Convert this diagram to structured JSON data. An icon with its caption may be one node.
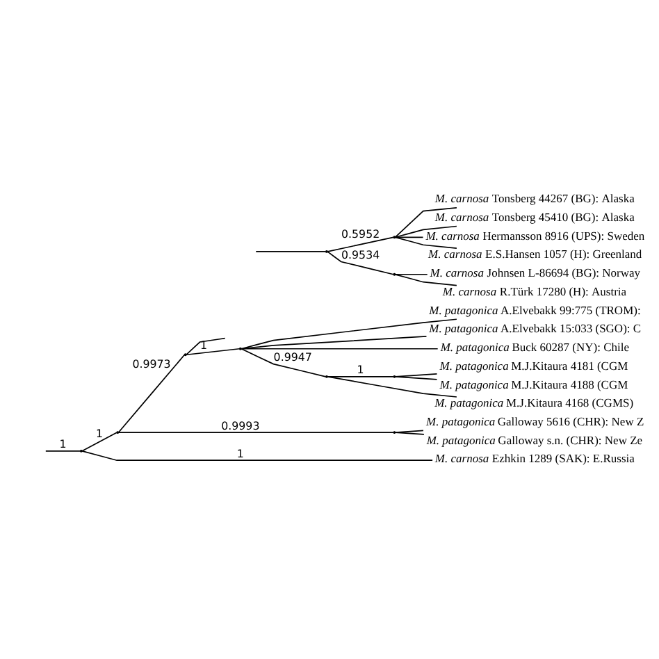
{
  "diagram": {
    "nodes": [
      {
        "text": [],
        "shape": "point"
      },
      {
        "text": [],
        "shape": "point"
      },
      {
        "text": [],
        "shape": "point"
      },
      {
        "text": [],
        "shape": "point"
      },
      {
        "text": [
          "*M. patagonica* A.Elvebakk 99:775 (TROM):"
        ]
      },
      {
        "text": [
          "*M. patagonica* A.Elvebakk 15:033 (SGO): C"
        ]
      },
      {
        "text": [
          "*M. patagonica* Buck 60287 (NY): Chile"
        ]
      },
      {
        "text": [],
        "shape": "point"
      },
      {
        "text": [],
        "shape": "point"
      },
      {
        "text": [
          "*M. patagonica* M.J.Kitaura 4181 (CGM"
        ]
      },
      {
        "text": [
          "*M. patagonica* M.J.Kitaura 4188 (CGM"
        ]
      },
      {
        "text": [
          "*M. patagonica* M.J.Kitaura 4168 (CGMS)"
        ]
      },
      {
        "text": [],
        "shape": "point"
      },
      {
        "text": [
          "*M. patagonica* Galloway 5616 (CHR): New Z"
        ]
      },
      {
        "text": [
          "*M. patagonica* Galloway s.n. (CHR): New Ze"
        ]
      },
      {
        "text": [],
        "shape": "point"
      },
      {
        "text": [],
        "shape": "point"
      },
      {
        "text": [
          "*M. carnosa* Tonsberg 44267 (BG): Alaska"
        ]
      },
      {
        "text": [
          "*M. carnosa* Tonsberg 45410 (BG): Alaska"
        ]
      },
      {
        "text": [
          "*M. carnosa* Hermansson 8916 (UPS): Sweden"
        ]
      },
      {
        "text": [
          "*M. carnosa* E.S.Hansen 1057 (H): Greenland"
        ]
      },
      {
        "text": [],
        "shape": "point"
      },
      {
        "text": [
          "*M. carnosa* Johnsen L-86694 (BG): Norway"
        ]
      },
      {
        "text": [
          "*M. carnosa* R.Türk 17280 (H): Austria"
        ]
      },
      {
        "text": [
          "*M. carnosa* Ezhkin 1289 (SAK): E.Russia"
        ]
      }
    ],
    "edges": [
      {
        "from": null,
        "to": 0,
        "arrow": "none",
        "label": "1"
      },
      {
        "from": 0,
        "to": 1,
        "arrow": "none",
        "label": "1"
      },
      {
        "from": 1,
        "to": 2,
        "arrow": "none",
        "label": "0.9973"
      },
      {
        "from": 2,
        "to": null,
        "arrow": "none"
      },
      {
        "from": 2,
        "to": 3,
        "arrow": "none",
        "label": "1"
      },
      {
        "from": 3,
        "to": 4,
        "arrow": "none"
      },
      {
        "from": 3,
        "to": 5,
        "arrow": "none"
      },
      {
        "from": 3,
        "to": 6,
        "arrow": "none"
      },
      {
        "from": 3,
        "to": 7,
        "arrow": "none",
        "label": "0.9947"
      },
      {
        "from": 7,
        "to": 8,
        "arrow": "none",
        "label": "1"
      },
      {
        "from": 8,
        "to": 9,
        "arrow": "none"
      },
      {
        "from": 8,
        "to": 10,
        "arrow": "none"
      },
      {
        "from": 7,
        "to": 11,
        "arrow": "none"
      },
      {
        "from": 1,
        "to": 12,
        "arrow": "none",
        "label": "0.9993"
      },
      {
        "from": 12,
        "to": 13,
        "arrow": "none"
      },
      {
        "from": 12,
        "to": 14,
        "arrow": "none"
      },
      {
        "from": 15,
        "to": 16,
        "arrow": "none",
        "label": "0.5952"
      },
      {
        "from": 16,
        "to": 17,
        "arrow": "none"
      },
      {
        "from": 16,
        "to": 18,
        "arrow": "none"
      },
      {
        "from": 16,
        "to": 19,
        "arrow": "none"
      },
      {
        "from": 16,
        "to": 20,
        "arrow": "none"
      },
      {
        "from": 15,
        "to": 21,
        "arrow": "none",
        "label": "0.9534"
      },
      {
        "from": 21,
        "to": 22,
        "arrow": "none"
      },
      {
        "from": 21,
        "to": 23,
        "arrow": "none"
      },
      {
        "from": null,
        "to": 15,
        "arrow": "none"
      },
      {
        "from": 0,
        "to": 24,
        "arrow": "none",
        "label": "1"
      }
    ]
  }
}
